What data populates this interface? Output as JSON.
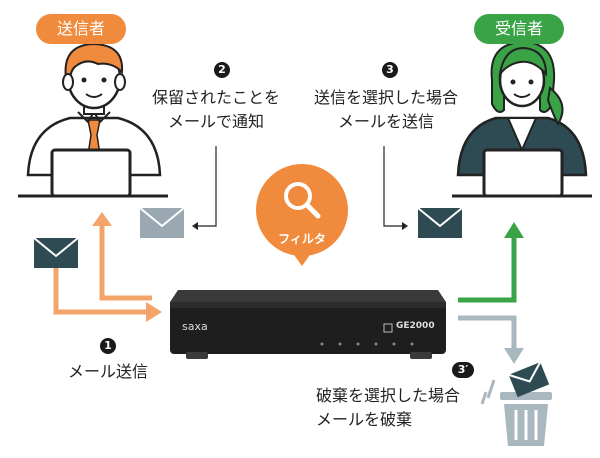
{
  "sender": {
    "label": "送信者",
    "color": "#f08a3c"
  },
  "receiver": {
    "label": "受信者",
    "color": "#3aa345"
  },
  "steps": {
    "step1": {
      "number": "1",
      "text": "メール送信"
    },
    "step2": {
      "number": "2",
      "line1": "保留されたことを",
      "line2": "メールで通知"
    },
    "step3": {
      "number": "3",
      "line1": "送信を選択した場合",
      "line2": "メールを送信"
    },
    "step3b": {
      "number": "3′",
      "line1": "破棄を選択した場合",
      "line2": "メールを破棄"
    }
  },
  "filter": {
    "label": "フィルタ",
    "color": "#f08a3c",
    "icon": "magnifier-icon"
  },
  "device": {
    "brand": "saxa",
    "model": "GE2000"
  },
  "colors": {
    "orange_arrow": "#f4a46a",
    "green_arrow": "#3aa345",
    "gray_arrow": "#a9b7bf",
    "envelope": "#2e4a52",
    "envelope_gray": "#9aa9b1"
  }
}
